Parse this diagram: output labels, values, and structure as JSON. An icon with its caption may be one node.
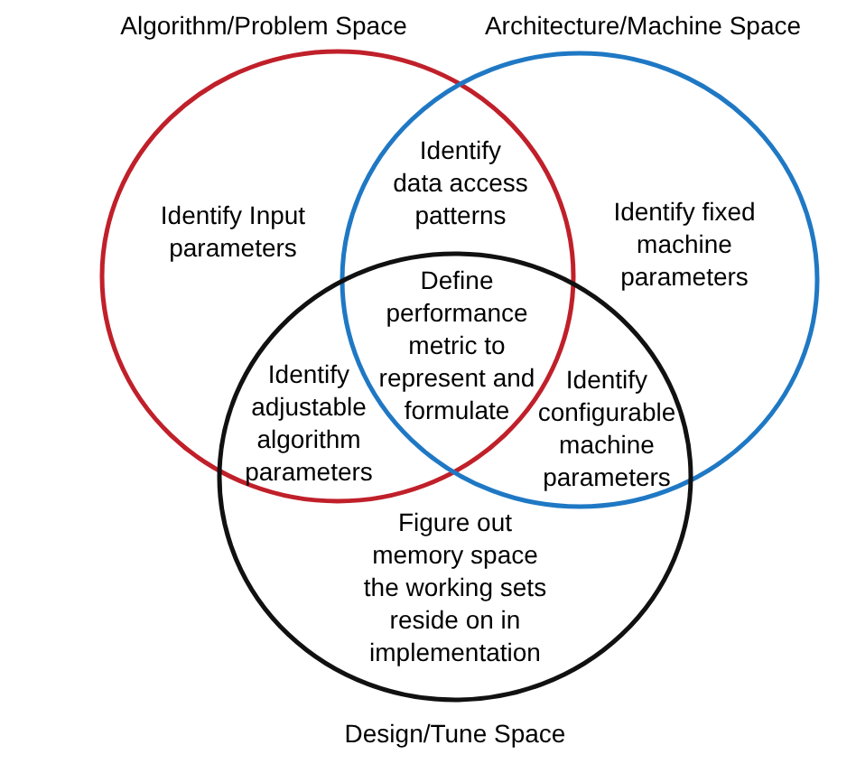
{
  "diagram": {
    "nodes": [
      {
        "text": [
          "Algorithm/Problem Space",
          "Identify Input parameters"
        ]
      },
      {
        "text": [
          "Architecture/Machine Space",
          "Identify fixed machine parameters"
        ]
      },
      {
        "text": [
          "Figure out memory space the working sets reside on in implementation",
          "Design/Tune Space"
        ]
      }
    ],
    "labels": [
      "Identify data access patterns",
      "Define performance metric to represent and formulate",
      "Identify adjustable algorithm parameters",
      "Identify configurable machine parameters"
    ]
  }
}
